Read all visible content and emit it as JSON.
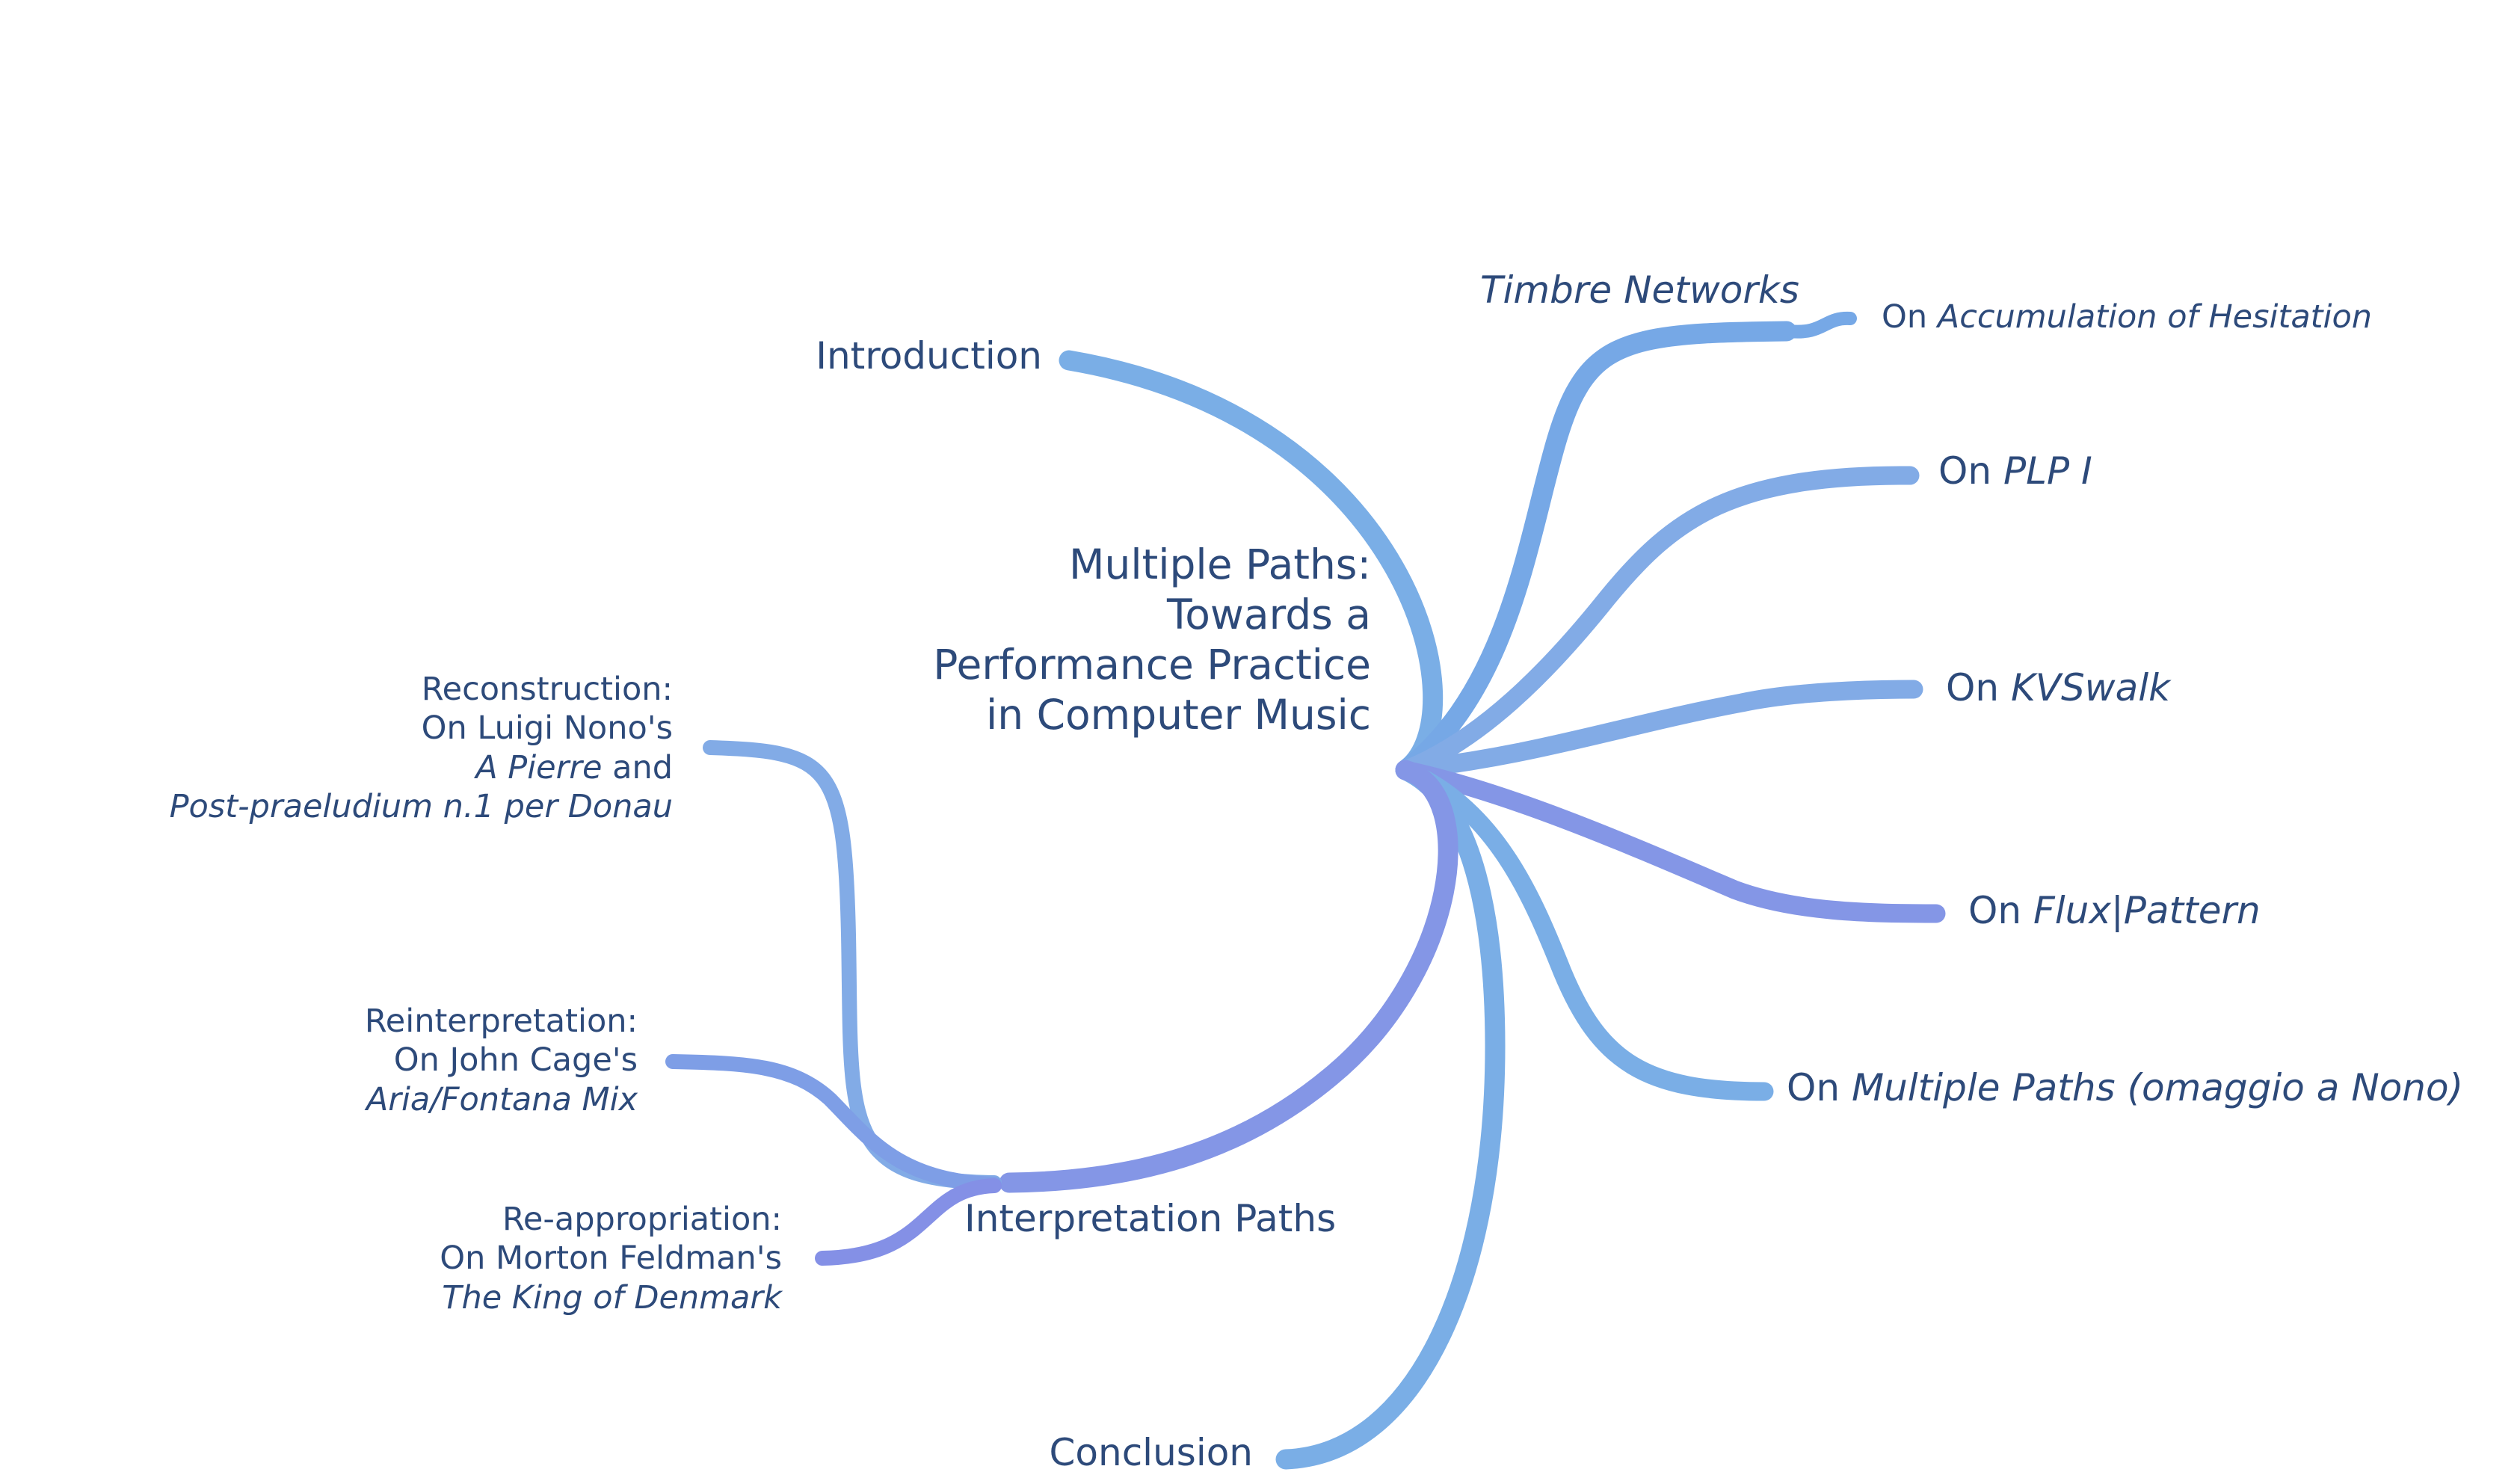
{
  "colors": {
    "branch_blue": "#7aaee6",
    "branch_violet": "#8496e6",
    "text": "#2d4a7a",
    "background": "#ffffff"
  },
  "central": {
    "line1": "Multiple Paths:",
    "line2": "Towards a",
    "line3": "Performance Practice",
    "line4": "in Computer Music"
  },
  "left": {
    "introduction": "Introduction",
    "interpretation": "Interpretation Paths",
    "conclusion": "Conclusion"
  },
  "interpretation_children": {
    "reconstruction": {
      "line1": "Reconstruction:",
      "line2": "On Luigi Nono's",
      "line3_italic": "A Pierre",
      "line3_rest": " and",
      "line4_italic": "Post-praeludium n.1 per Donau"
    },
    "reinterpretation": {
      "line1": "Reinterpretation:",
      "line2": "On John Cage's",
      "line3_italic": "Aria/Fontana Mix"
    },
    "reappropriation": {
      "line1": "Re-appropriation:",
      "line2": "On Morton Feldman's",
      "line3_italic": "The King of Denmark"
    }
  },
  "right": {
    "timbre": "Timbre Networks",
    "accumulation": {
      "prefix": "On ",
      "italic": "Accumulation of Hesitation"
    },
    "plp": {
      "prefix": "On ",
      "italic": "PLP I"
    },
    "kvswalk": {
      "prefix": "On ",
      "italic": "KVSwalk"
    },
    "flux": {
      "prefix": "On ",
      "italic": "Flux|Pattern"
    },
    "multiple": {
      "prefix": "On ",
      "italic": "Multiple Paths (omaggio a Nono)"
    }
  }
}
